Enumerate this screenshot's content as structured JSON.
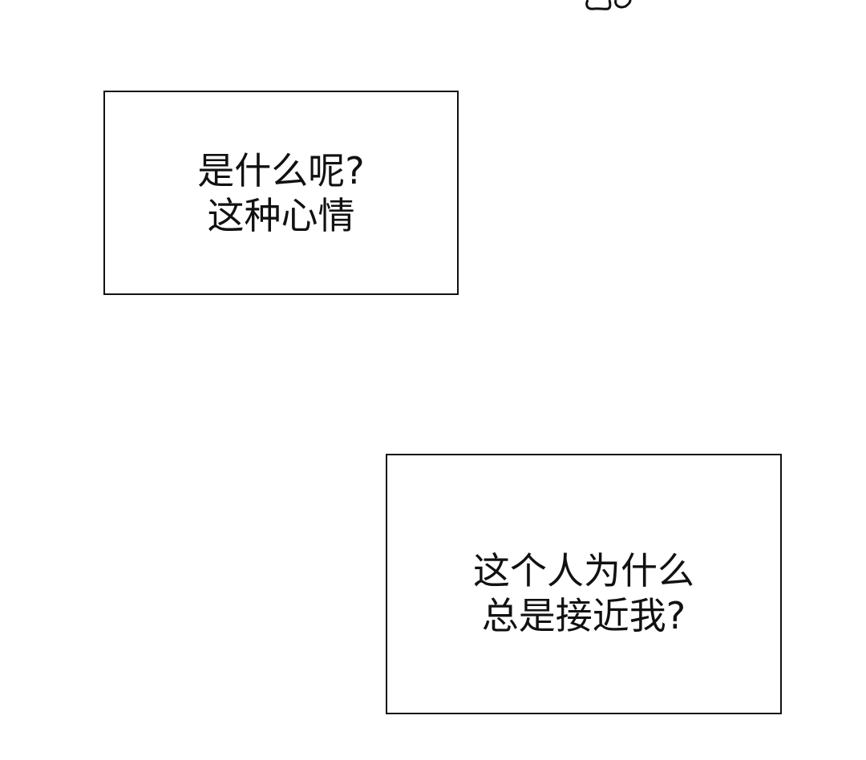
{
  "panels": [
    {
      "lines": [
        "是什么呢?",
        "这种心情"
      ]
    },
    {
      "lines": [
        "这个人为什么",
        "总是接近我?"
      ]
    }
  ],
  "decoration": {
    "icon": "line-art-fragment"
  }
}
